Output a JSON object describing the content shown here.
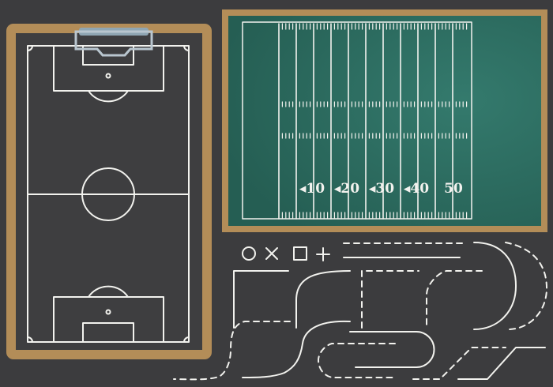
{
  "colors": {
    "background": "#3c3c3e",
    "wood": "#b38d58",
    "chalkboard_green": "#2c6a5e",
    "clipboard_board": "#3e3e40",
    "chalk": "#f2f2ee",
    "clip_metal": "#b9c6cf"
  },
  "football_board": {
    "yard_numbers": [
      "◂10",
      "◂20",
      "◂30",
      "◂40",
      "50"
    ]
  },
  "symbols": [
    "circle-icon",
    "cross-icon",
    "square-icon",
    "plus-icon"
  ]
}
